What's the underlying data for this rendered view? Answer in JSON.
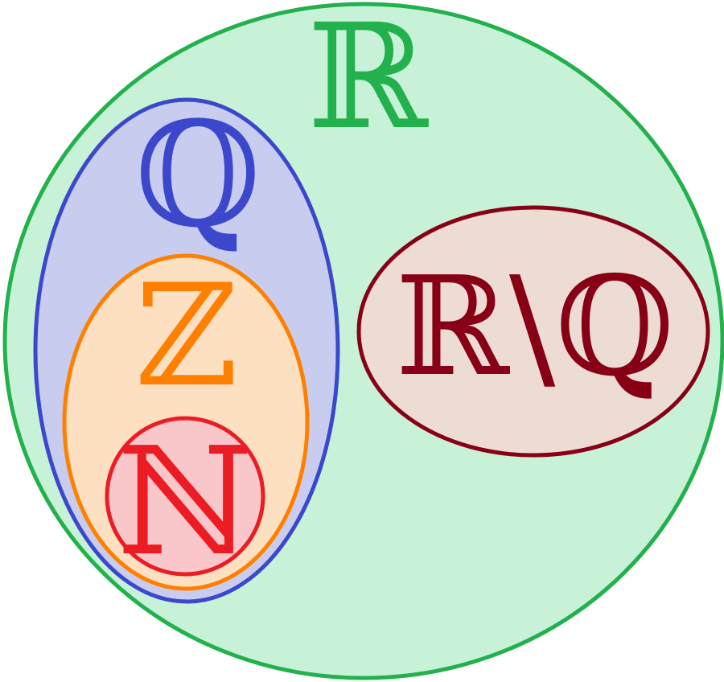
{
  "sets": {
    "reals": {
      "label": "ℝ",
      "fill": "#c8f2d8",
      "stroke": "#22b14c"
    },
    "rationals": {
      "label": "ℚ",
      "fill": "#c8cdf0",
      "stroke": "#3b48cc"
    },
    "integers": {
      "label": "ℤ",
      "fill": "#fde0c2",
      "stroke": "#ff8000"
    },
    "naturals": {
      "label": "ℕ",
      "fill": "#f9c6c9",
      "stroke": "#ec1c24"
    },
    "irrationals": {
      "label": "ℝ\\ℚ",
      "fill": "#ecdcd4",
      "stroke": "#880015"
    }
  }
}
